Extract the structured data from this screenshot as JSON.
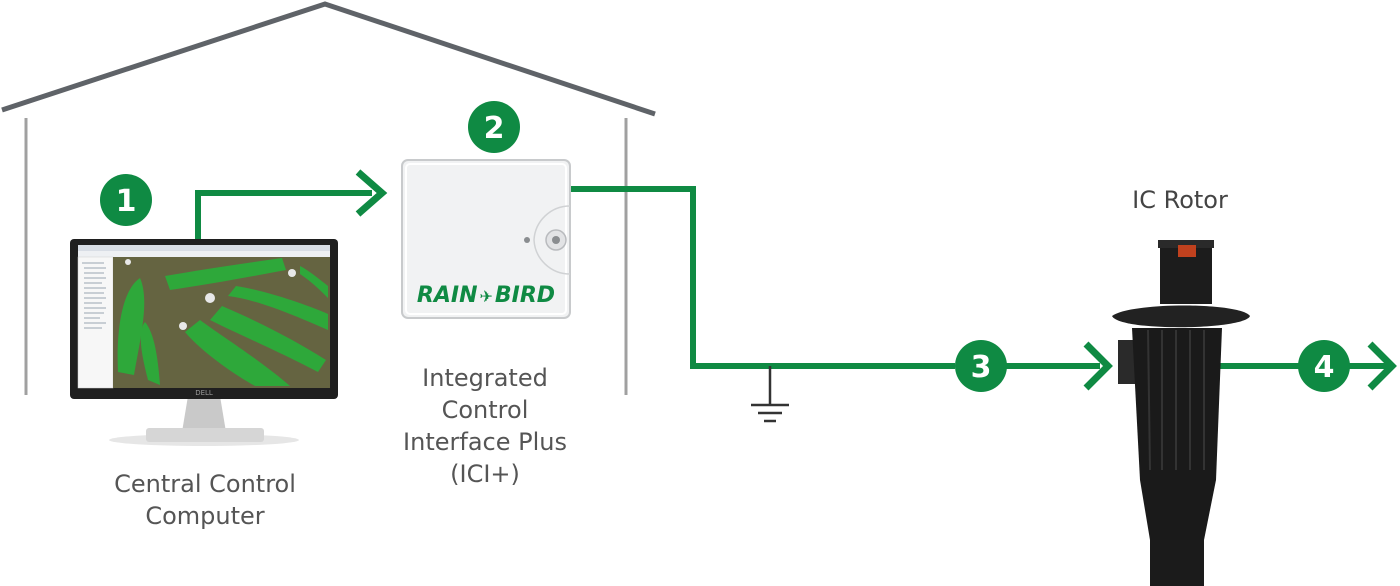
{
  "colors": {
    "accent_green": "#0f8a43",
    "roof_gray": "#5f6368",
    "wall_gray": "#9a9a9a",
    "label_gray": "#555555"
  },
  "steps": {
    "one": "1",
    "two": "2",
    "three": "3",
    "four": "4"
  },
  "labels": {
    "computer": [
      "Central Control",
      "Computer"
    ],
    "ici": [
      "Integrated",
      "Control",
      "Interface Plus",
      "(ICI+)"
    ],
    "rotor": "IC Rotor"
  },
  "ici_box": {
    "logo": "RAIN✈BIRD",
    "logo_rain": "RAIN",
    "logo_bird": "BIRD"
  },
  "monitor": {
    "brand": "DELL"
  },
  "icons": {
    "ground": "ground-symbol-icon",
    "arrow": "chevron-right-icon"
  }
}
